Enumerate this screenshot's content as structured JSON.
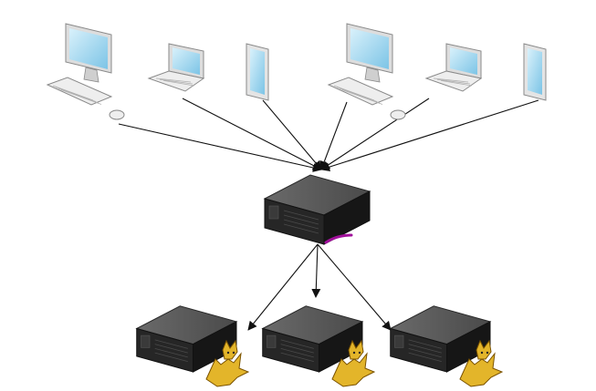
{
  "colors": {
    "background": "#ffffff",
    "connector": "#111111",
    "screen_light": "#d9f1fb",
    "screen_dark": "#7cc4e6",
    "device_body": "#eeeeee",
    "device_edge": "#8a8a8a",
    "server_top": "#4a4a4a",
    "server_front": "#262626",
    "server_side": "#161616",
    "balancer_accent": "#a0109a",
    "tomcat_body": "#e3b52a",
    "tomcat_dark": "#7a5200"
  },
  "icons": {
    "desktop": "desktop-computer-icon",
    "laptop": "laptop-icon",
    "tablet": "tablet-icon",
    "load_balancer": "load-balancer-server-icon",
    "server": "server-icon",
    "tomcat": "tomcat-cat-icon"
  },
  "nodes": {
    "clients": [
      {
        "id": "desktop-1",
        "kind": "desktop"
      },
      {
        "id": "laptop-1",
        "kind": "laptop"
      },
      {
        "id": "tablet-1",
        "kind": "tablet"
      },
      {
        "id": "desktop-2",
        "kind": "desktop"
      },
      {
        "id": "laptop-2",
        "kind": "laptop"
      },
      {
        "id": "tablet-2",
        "kind": "tablet"
      }
    ],
    "balancer": {
      "id": "balancer",
      "kind": "load_balancer"
    },
    "servers": [
      {
        "id": "server-1",
        "kind": "server",
        "badge": "tomcat"
      },
      {
        "id": "server-2",
        "kind": "server",
        "badge": "tomcat"
      },
      {
        "id": "server-3",
        "kind": "server",
        "badge": "tomcat"
      }
    ]
  },
  "edges": [
    {
      "from": "desktop-1",
      "to": "balancer"
    },
    {
      "from": "laptop-1",
      "to": "balancer"
    },
    {
      "from": "tablet-1",
      "to": "balancer"
    },
    {
      "from": "desktop-2",
      "to": "balancer"
    },
    {
      "from": "laptop-2",
      "to": "balancer"
    },
    {
      "from": "tablet-2",
      "to": "balancer"
    },
    {
      "from": "balancer",
      "to": "server-1"
    },
    {
      "from": "balancer",
      "to": "server-2"
    },
    {
      "from": "balancer",
      "to": "server-3"
    }
  ]
}
